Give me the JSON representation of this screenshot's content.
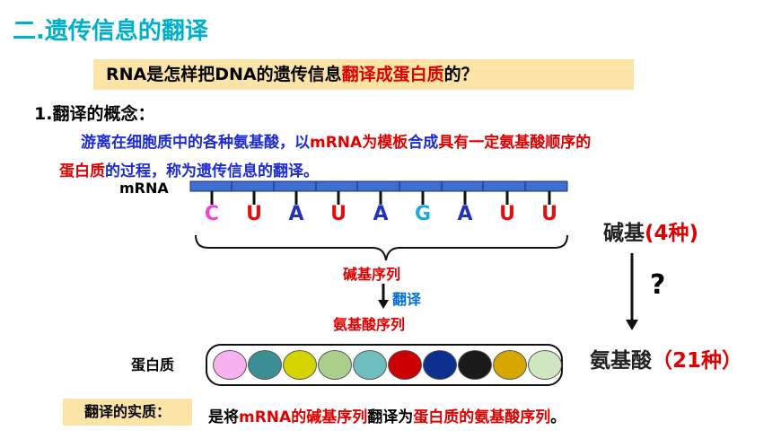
{
  "title": "二.遗传信息的翻译",
  "question": {
    "part1": "RNA是怎样把DNA的遗传信息",
    "part2": "翻译成蛋白质",
    "part3": "的？"
  },
  "concept_heading": "1.翻译的概念：",
  "definition": {
    "line1_a": "游离在细胞质中的各种氨基酸，以",
    "line1_b": "mRNA为模板",
    "line1_c": "合成",
    "line1_d": "具有一定氨基酸顺序的",
    "line2_a": "蛋白质",
    "line2_b": "的过程，称为遗传信息的翻译。"
  },
  "mrna_label": "mRNA",
  "bases": [
    {
      "letter": "C",
      "color": "#ee44dd"
    },
    {
      "letter": "U",
      "color": "#dd1111"
    },
    {
      "letter": "A",
      "color": "#2233bb"
    },
    {
      "letter": "U",
      "color": "#dd1111"
    },
    {
      "letter": "A",
      "color": "#2233bb"
    },
    {
      "letter": "G",
      "color": "#22aadd"
    },
    {
      "letter": "A",
      "color": "#2233bb"
    },
    {
      "letter": "U",
      "color": "#dd1111"
    },
    {
      "letter": "U",
      "color": "#dd1111"
    }
  ],
  "labels": {
    "base_sequence": "碱基序列",
    "translate": "翻译",
    "amino_sequence": "氨基酸序列",
    "protein": "蛋白质"
  },
  "right": {
    "bases": "碱基",
    "bases_count": "(4种)",
    "question_mark": "?",
    "amino": "氨基酸",
    "amino_count": "（21种）"
  },
  "amino_acid_colors": [
    "#f7b0f0",
    "#3d8f96",
    "#d4d400",
    "#a9cf8a",
    "#6fbfc0",
    "#cc0000",
    "#0d2f8f",
    "#1a1a1a",
    "#d4a800",
    "#cfe6c0"
  ],
  "essence": {
    "label": "翻译的实质：",
    "a": "是将",
    "b": "mRNA的碱基序列",
    "c": "翻译为",
    "d": "蛋白质的氨基酸序列",
    "e": "。"
  }
}
